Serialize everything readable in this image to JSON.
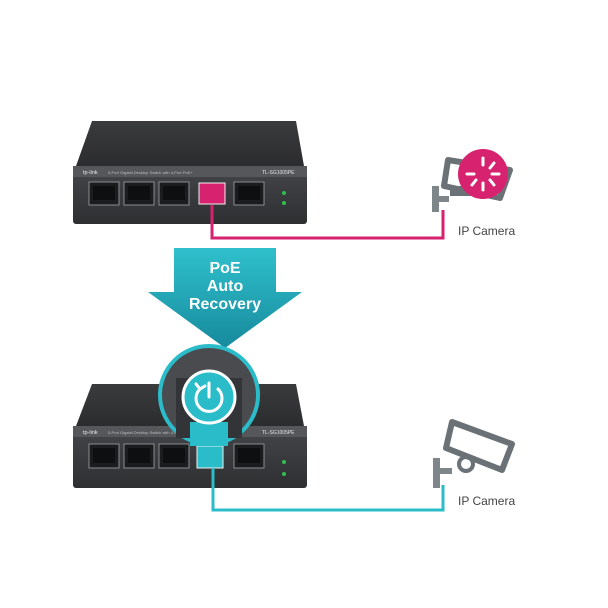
{
  "arrow": {
    "line1": "PoE",
    "line2": "Auto",
    "line3": "Recovery"
  },
  "switch_top": {
    "brand": "tp-link",
    "strip_text": "5-Port Gigabit Desktop Switch with 4-Port PoE+",
    "model": "TL-SG1005PE"
  },
  "switch_bottom": {
    "brand": "tp-link",
    "strip_text": "5-Port Gigabit Desktop Switch with 4-Port PoE+",
    "model": "TL-SG1005PE"
  },
  "camera_top": {
    "label": "IP Camera"
  },
  "camera_bottom": {
    "label": "IP Camera"
  },
  "colors": {
    "magenta": "#d6226f",
    "teal": "#2bbcc9",
    "arrow_top": "#2ab7c4",
    "arrow_bottom": "#1a8ea0",
    "switch_body": "#2f3032",
    "switch_front": "#3b3c3f",
    "camera_gray": "#6b7277"
  },
  "icons": {
    "recovery": "power-recovery-icon",
    "loading": "loading-spinner-icon"
  }
}
